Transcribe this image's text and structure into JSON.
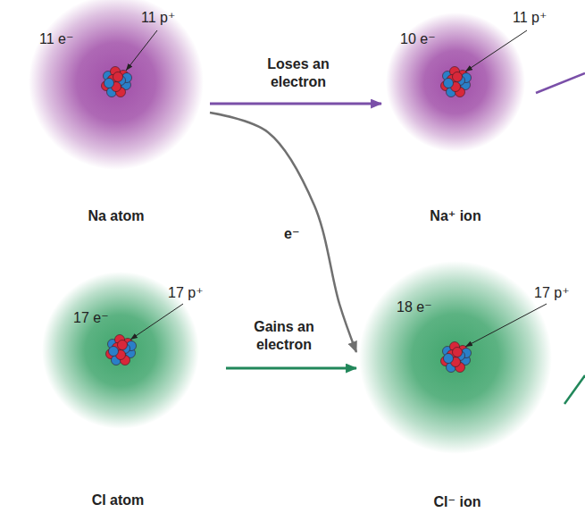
{
  "diagram": {
    "nodes": [
      {
        "text": [
          "11 e⁻",
          "11 p⁺",
          "Na atom"
        ]
      },
      {
        "text": [
          "10 e⁻",
          "11 p⁺",
          "Na⁺ ion"
        ]
      },
      {
        "text": [
          "17 e⁻",
          "17 p⁺",
          "Cl atom"
        ]
      },
      {
        "text": [
          "18 e⁻",
          "17 p⁺",
          "Cl⁻ ion"
        ]
      }
    ],
    "edges": [
      {
        "from": 0,
        "to": 1,
        "label": "Loses an electron",
        "arrow": "to"
      },
      {
        "from": 0,
        "to": 3,
        "label": "e⁻",
        "arrow": "to"
      },
      {
        "from": 2,
        "to": 3,
        "label": "Gains an electron",
        "arrow": "to"
      }
    ]
  }
}
